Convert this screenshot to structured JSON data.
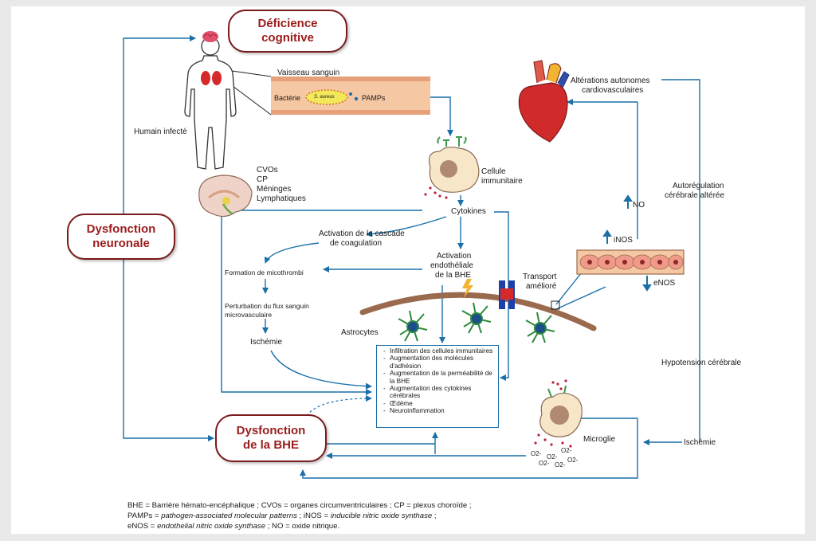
{
  "boxes": {
    "cognitive": [
      "Déficience",
      "cognitive"
    ],
    "neuronal": [
      "Dysfonction",
      "neuronale"
    ],
    "bbb": [
      "Dysfonction",
      "de la BHE"
    ]
  },
  "labels": {
    "infected_human": "Humain infecté",
    "blood_vessel": "Vaisseau sanguin",
    "bacteria": "Bactérie",
    "s_aureus": "S. aureus",
    "pamps": "PAMPs",
    "cvo_list": [
      "CVOs",
      "CP",
      "Méninges",
      "Lymphatiques"
    ],
    "immune_cell": [
      "Cellule",
      "immunitaire"
    ],
    "cytokines": "Cytokines",
    "coag_cascade": [
      "Activation de la cascade",
      "de coagulation"
    ],
    "microthrombi": "Formation de micothrombi",
    "flow_disruption": [
      "Perturbation du flux sanguin",
      "microvasculaire"
    ],
    "ischemia_left": "Ischémie",
    "endothelial": [
      "Activation",
      "endothéliale",
      "de la BHE"
    ],
    "transport": [
      "Transport",
      "amélioré"
    ],
    "astrocytes": "Astrocytes",
    "microglia": "Microglie",
    "superoxide": "O2-",
    "cardio": [
      "Altérations autonomes",
      "cardiovasculaires"
    ],
    "no": "NO",
    "inos": "iNOS",
    "enos": "eNOS",
    "autoregulation": [
      "Autorégulation",
      "cérébrale altérée"
    ],
    "hypotension": "Hypotension cérébrale",
    "ischemia_right": "Ischémie"
  },
  "effects": [
    "Infiltration des cellules immunitaires",
    "Augmentation des molécules d'adhésion",
    "Augmentation de la perméabilité de la BHE",
    "Augmentation des cytokines cérébrales",
    "Œdème",
    "Neuroinflammation"
  ],
  "legend": {
    "line1": "BHE = Barrière hémato-encéphalique ; CVOs = organes circumventriculaires ; CP = plexus choroïde ;",
    "line2_a": "PAMPs = ",
    "line2_b": "pathogen-associated molecular patterns",
    "line2_c": " ; iNOS = ",
    "line2_d": "inducible nitric oxide synthase",
    "line2_e": " ;",
    "line3_a": "eNOS = ",
    "line3_b": "endothelial nitric oxide synthase",
    "line3_c": " ; NO = oxide nitrique."
  },
  "colors": {
    "arrow": "#1a6fa8",
    "dark_red": "#7a1a1a",
    "title_red": "#9b1c1c",
    "vessel": "#f6c7a3",
    "membrane": "#9a6a4e",
    "astrocyte": "#3c9a4a",
    "heart": "#d02a2a"
  },
  "icons": [
    "brain-icon",
    "human-icon",
    "heart-icon",
    "immune-cell-icon",
    "astrocyte-icon",
    "microglia-icon",
    "transporter-icon",
    "endothelium-icon",
    "lightning-icon",
    "brain-section-icon"
  ]
}
